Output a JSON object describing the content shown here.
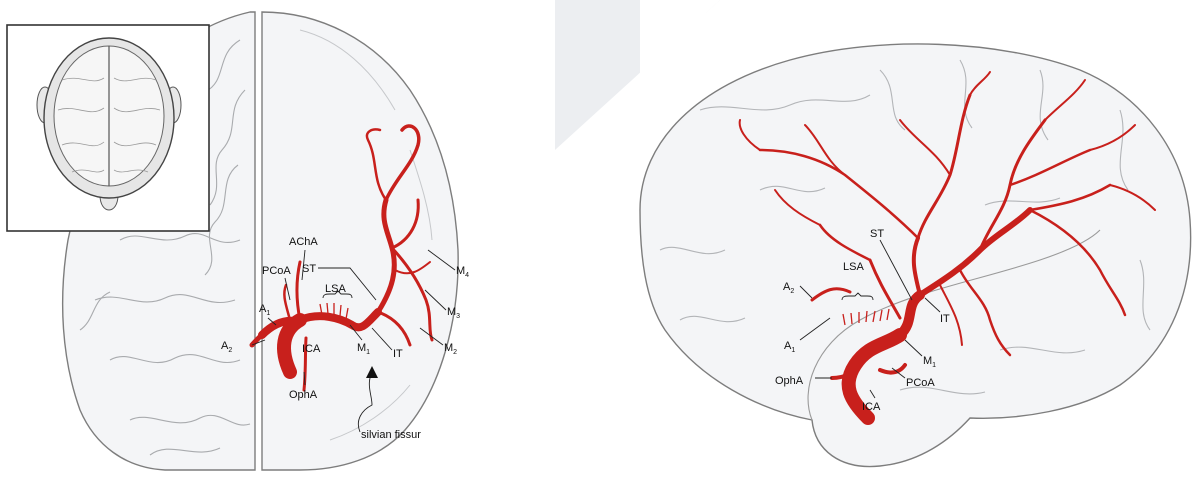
{
  "left_panel": {
    "labels": {
      "acha": "AChA",
      "pcoa": "PCoA",
      "st": "ST",
      "lsa": "LSA",
      "a1": "A",
      "a1_sub": "1",
      "a2": "A",
      "a2_sub": "2",
      "ica": "ICA",
      "m1": "M",
      "m1_sub": "1",
      "it": "IT",
      "m2": "M",
      "m2_sub": "2",
      "m3": "M",
      "m3_sub": "3",
      "m4": "M",
      "m4_sub": "4",
      "opha": "OphA",
      "silvian": "silvian fissur"
    }
  },
  "right_panel": {
    "labels": {
      "st": "ST",
      "lsa": "LSA",
      "a2": "A",
      "a2_sub": "2",
      "a1": "A",
      "a1_sub": "1",
      "it": "IT",
      "m1": "M",
      "m1_sub": "1",
      "opha": "OphA",
      "pcoa": "PCoA",
      "ica": "ICA"
    }
  },
  "colors": {
    "artery": "#c8201c",
    "artery_dark": "#9e1512",
    "brain_fill": "#f4f5f7",
    "brain_stroke": "#8a8a8a",
    "watermark": "#eef0f2"
  }
}
